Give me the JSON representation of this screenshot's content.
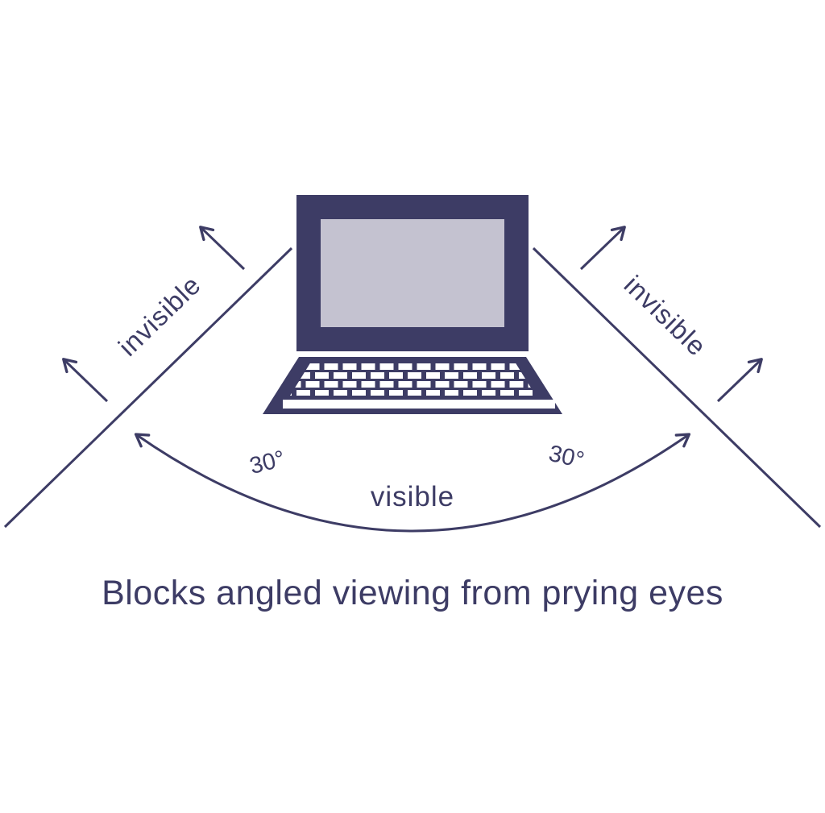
{
  "colors": {
    "primary": "#3d3c65",
    "screen": "#c4c2d0",
    "keys": "#ffffff",
    "background": "#ffffff"
  },
  "diagram": {
    "left_invisible_label": "invisible",
    "right_invisible_label": "invisible",
    "visible_label": "visible",
    "left_angle_label": "30°",
    "right_angle_label": "30°",
    "caption": "Blocks angled viewing from prying eyes"
  }
}
